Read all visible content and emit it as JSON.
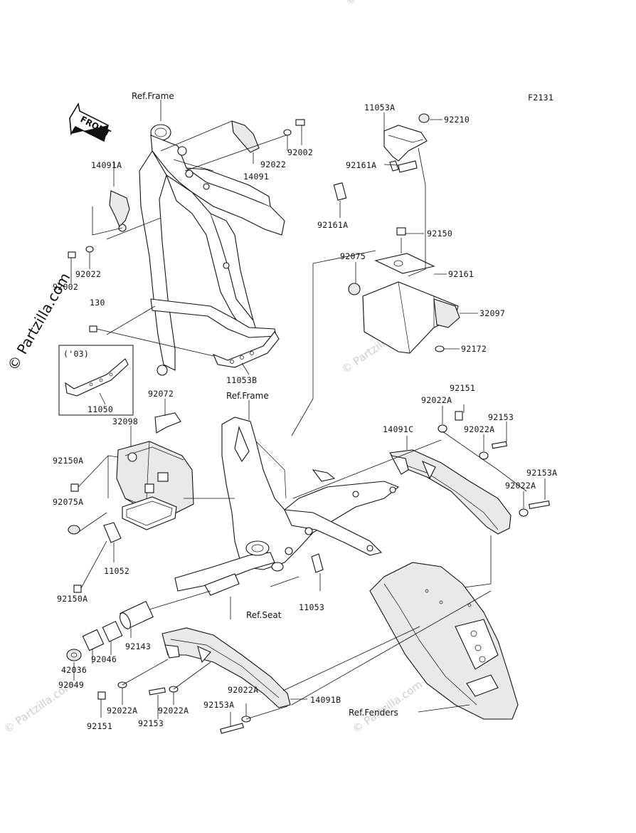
{
  "figure_code": "F2131",
  "watermark_side": "© Partzilla.com",
  "watermark_faint": "© Partzilla.com",
  "front_label": "FRONT",
  "labels": {
    "ref_frame_top": "Ref.Frame",
    "ref_frame_mid": "Ref.Frame",
    "ref_seat": "Ref.Seat",
    "ref_fenders": "Ref.Fenders",
    "p11053A": "11053A",
    "p92210": "92210",
    "p92161A_1": "92161A",
    "p92161A_2": "92161A",
    "p92002_top": "92002",
    "p92022_top": "92022",
    "p14091": "14091",
    "p14091A": "14091A",
    "p92022_left": "92022",
    "p92002_left": "92002",
    "p130": "130",
    "p11053B": "11053B",
    "p03": "('03)",
    "p11050": "11050",
    "p92150": "92150",
    "p92075": "92075",
    "p92161": "92161",
    "p32097": "32097",
    "p92172": "92172",
    "p92072": "92072",
    "p32098": "32098",
    "p92150A_1": "92150A",
    "p92075A": "92075A",
    "p11052": "11052",
    "p92150A_2": "92150A",
    "p92151_top": "92151",
    "p92022A_1": "92022A",
    "p92153": "92153",
    "p14091C": "14091C",
    "p92022A_2": "92022A",
    "p92153A_r": "92153A",
    "p92022A_3": "92022A",
    "p11053": "11053",
    "p92143": "92143",
    "p92046": "92046",
    "p42036": "42036",
    "p92049": "92049",
    "p92022A_4": "92022A",
    "p14091B": "14091B",
    "p92153A_b": "92153A",
    "p92022A_5": "92022A",
    "p92022A_6": "92022A",
    "p92151_b": "92151",
    "p92153_b": "92153"
  }
}
